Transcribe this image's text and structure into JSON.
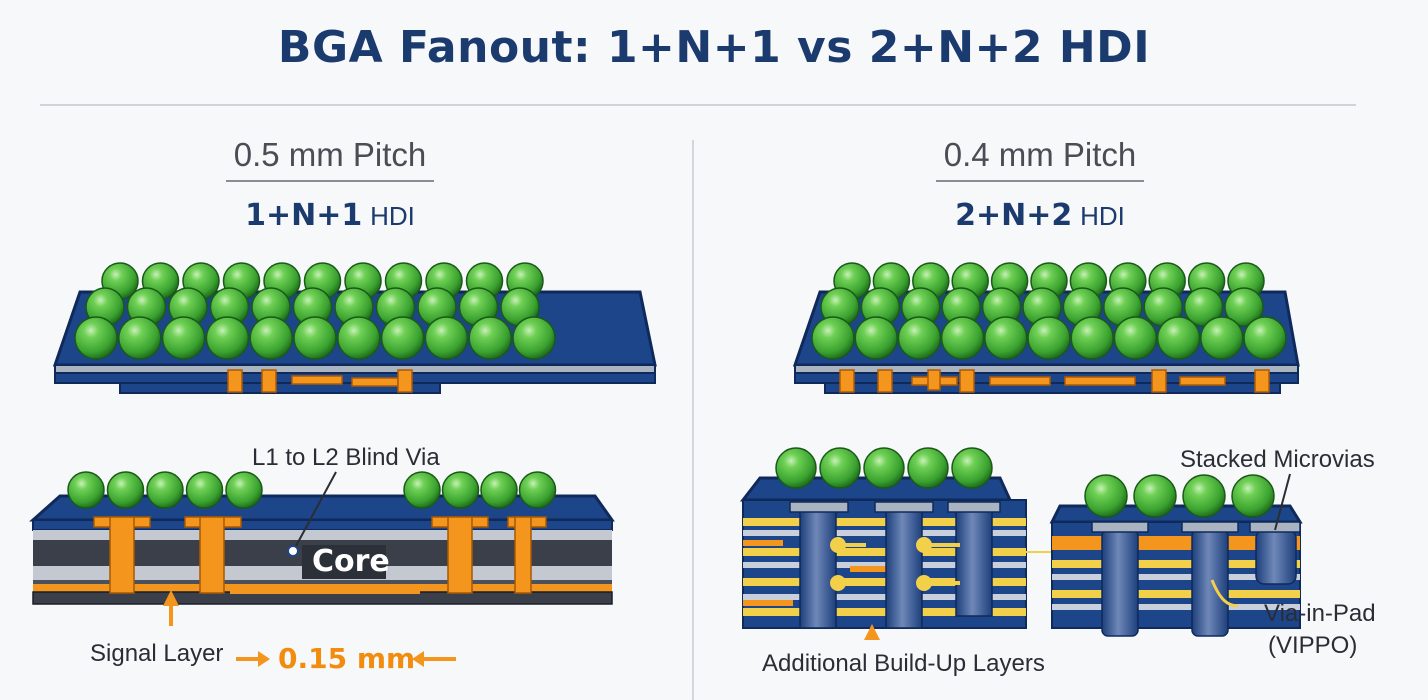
{
  "title": "BGA Fanout: 1+N+1 vs 2+N+2 HDI",
  "left": {
    "pitch": "0.5 mm Pitch",
    "stack_bold": "1+N+1",
    "stack_suffix": "HDI",
    "callout_via": "L1 to L2 Blind Via",
    "core_label": "Core",
    "signal_label": "Signal Layer",
    "dimension": "0.15 mm"
  },
  "right": {
    "pitch": "0.4 mm Pitch",
    "stack_bold": "2+N+2",
    "stack_suffix": "HDI",
    "callout_stacked": "Stacked Microvias",
    "callout_vippo_1": "Via-in-Pad",
    "callout_vippo_2": "(VIPPO)",
    "callout_buildup": "Additional Build-Up Layers"
  },
  "colors": {
    "title": "#1b3a6e",
    "substrate": "#1d4589",
    "solder_ball": "#4cb43c",
    "copper": "#f4961e",
    "core": "#3a3f4a"
  }
}
